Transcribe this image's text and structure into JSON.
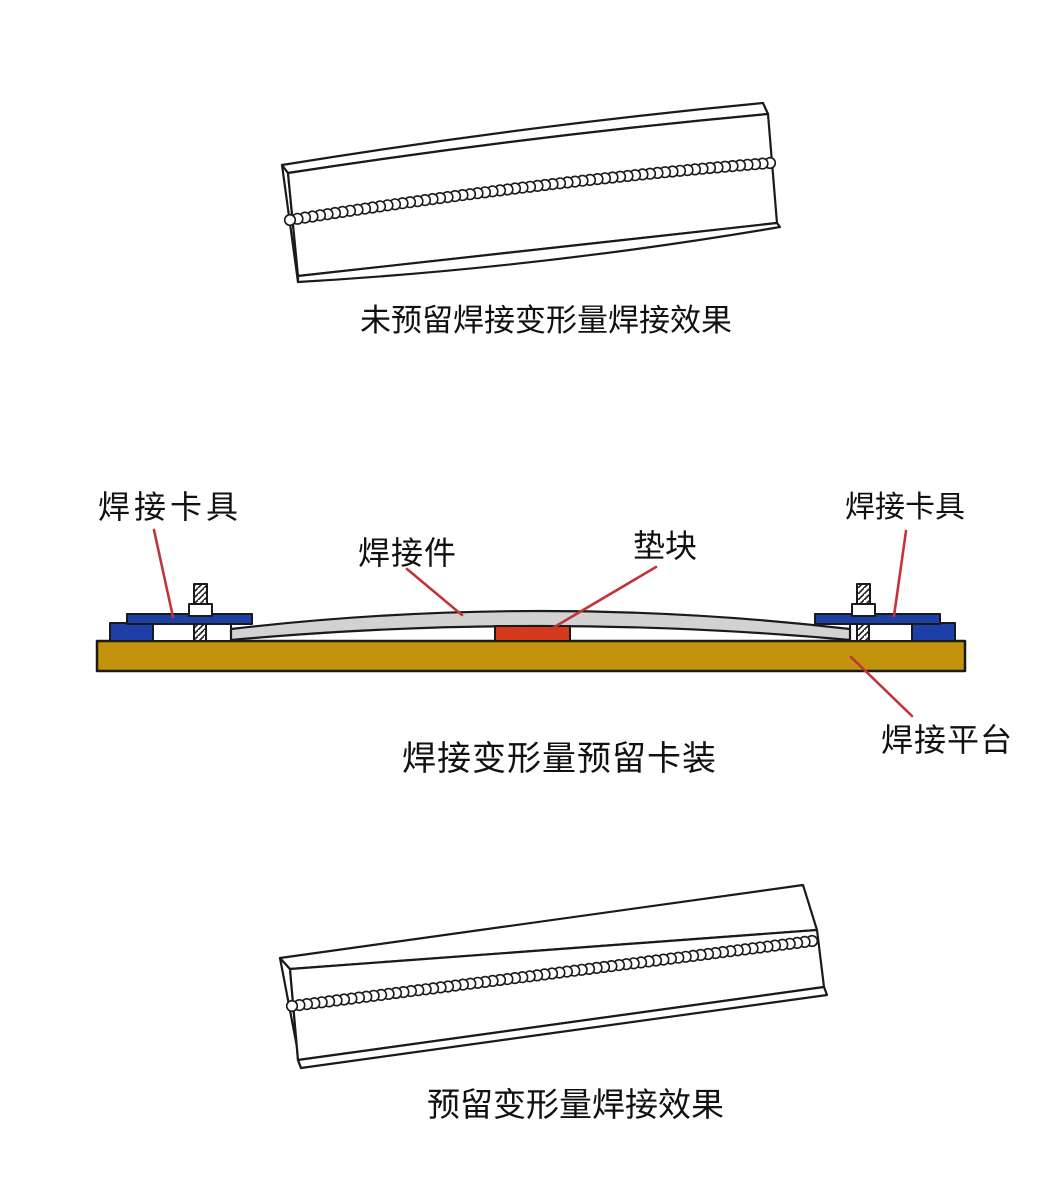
{
  "diagram": {
    "top_panel": {
      "caption": "未预留焊接变形量焊接效果"
    },
    "middle_panel": {
      "caption": "焊接变形量预留卡装",
      "labels": {
        "clamp_left": "焊接卡具",
        "weldment": "焊接件",
        "spacer": "垫块",
        "clamp_right": "焊接卡具",
        "platform": "焊接平台"
      }
    },
    "bottom_panel": {
      "caption": "预留变形量焊接效果"
    },
    "colors": {
      "platform_gold": "#C3930E",
      "clamp_blue": "#1d3fa6",
      "spacer_red": "#D5391B",
      "leader_red": "#c13538",
      "plate_gray": "#D2D2D2",
      "outline_black": "#1a1a1a"
    }
  }
}
